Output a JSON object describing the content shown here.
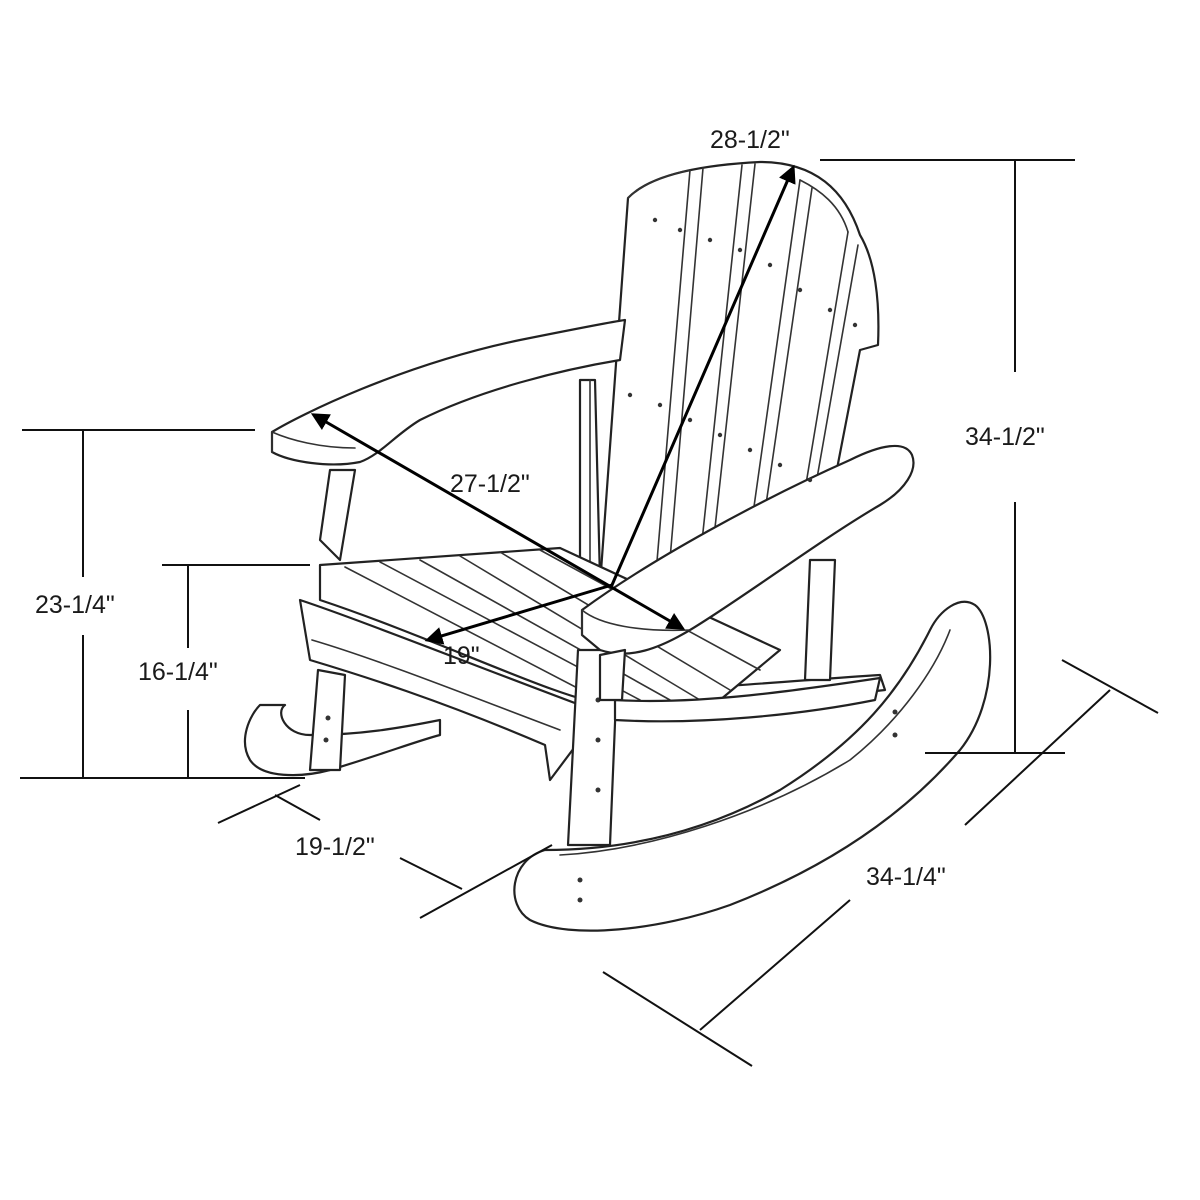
{
  "dimensions": {
    "backrest_diagonal": "28-1/2\"",
    "overall_height": "34-1/2\"",
    "arm_span": "27-1/2\"",
    "arm_height": "23-1/4\"",
    "seat_height": "16-1/4\"",
    "seat_depth": "19\"",
    "seat_width": "19-1/2\"",
    "overall_length": "34-1/4\""
  },
  "colors": {
    "line": "#222222",
    "background": "#ffffff"
  }
}
